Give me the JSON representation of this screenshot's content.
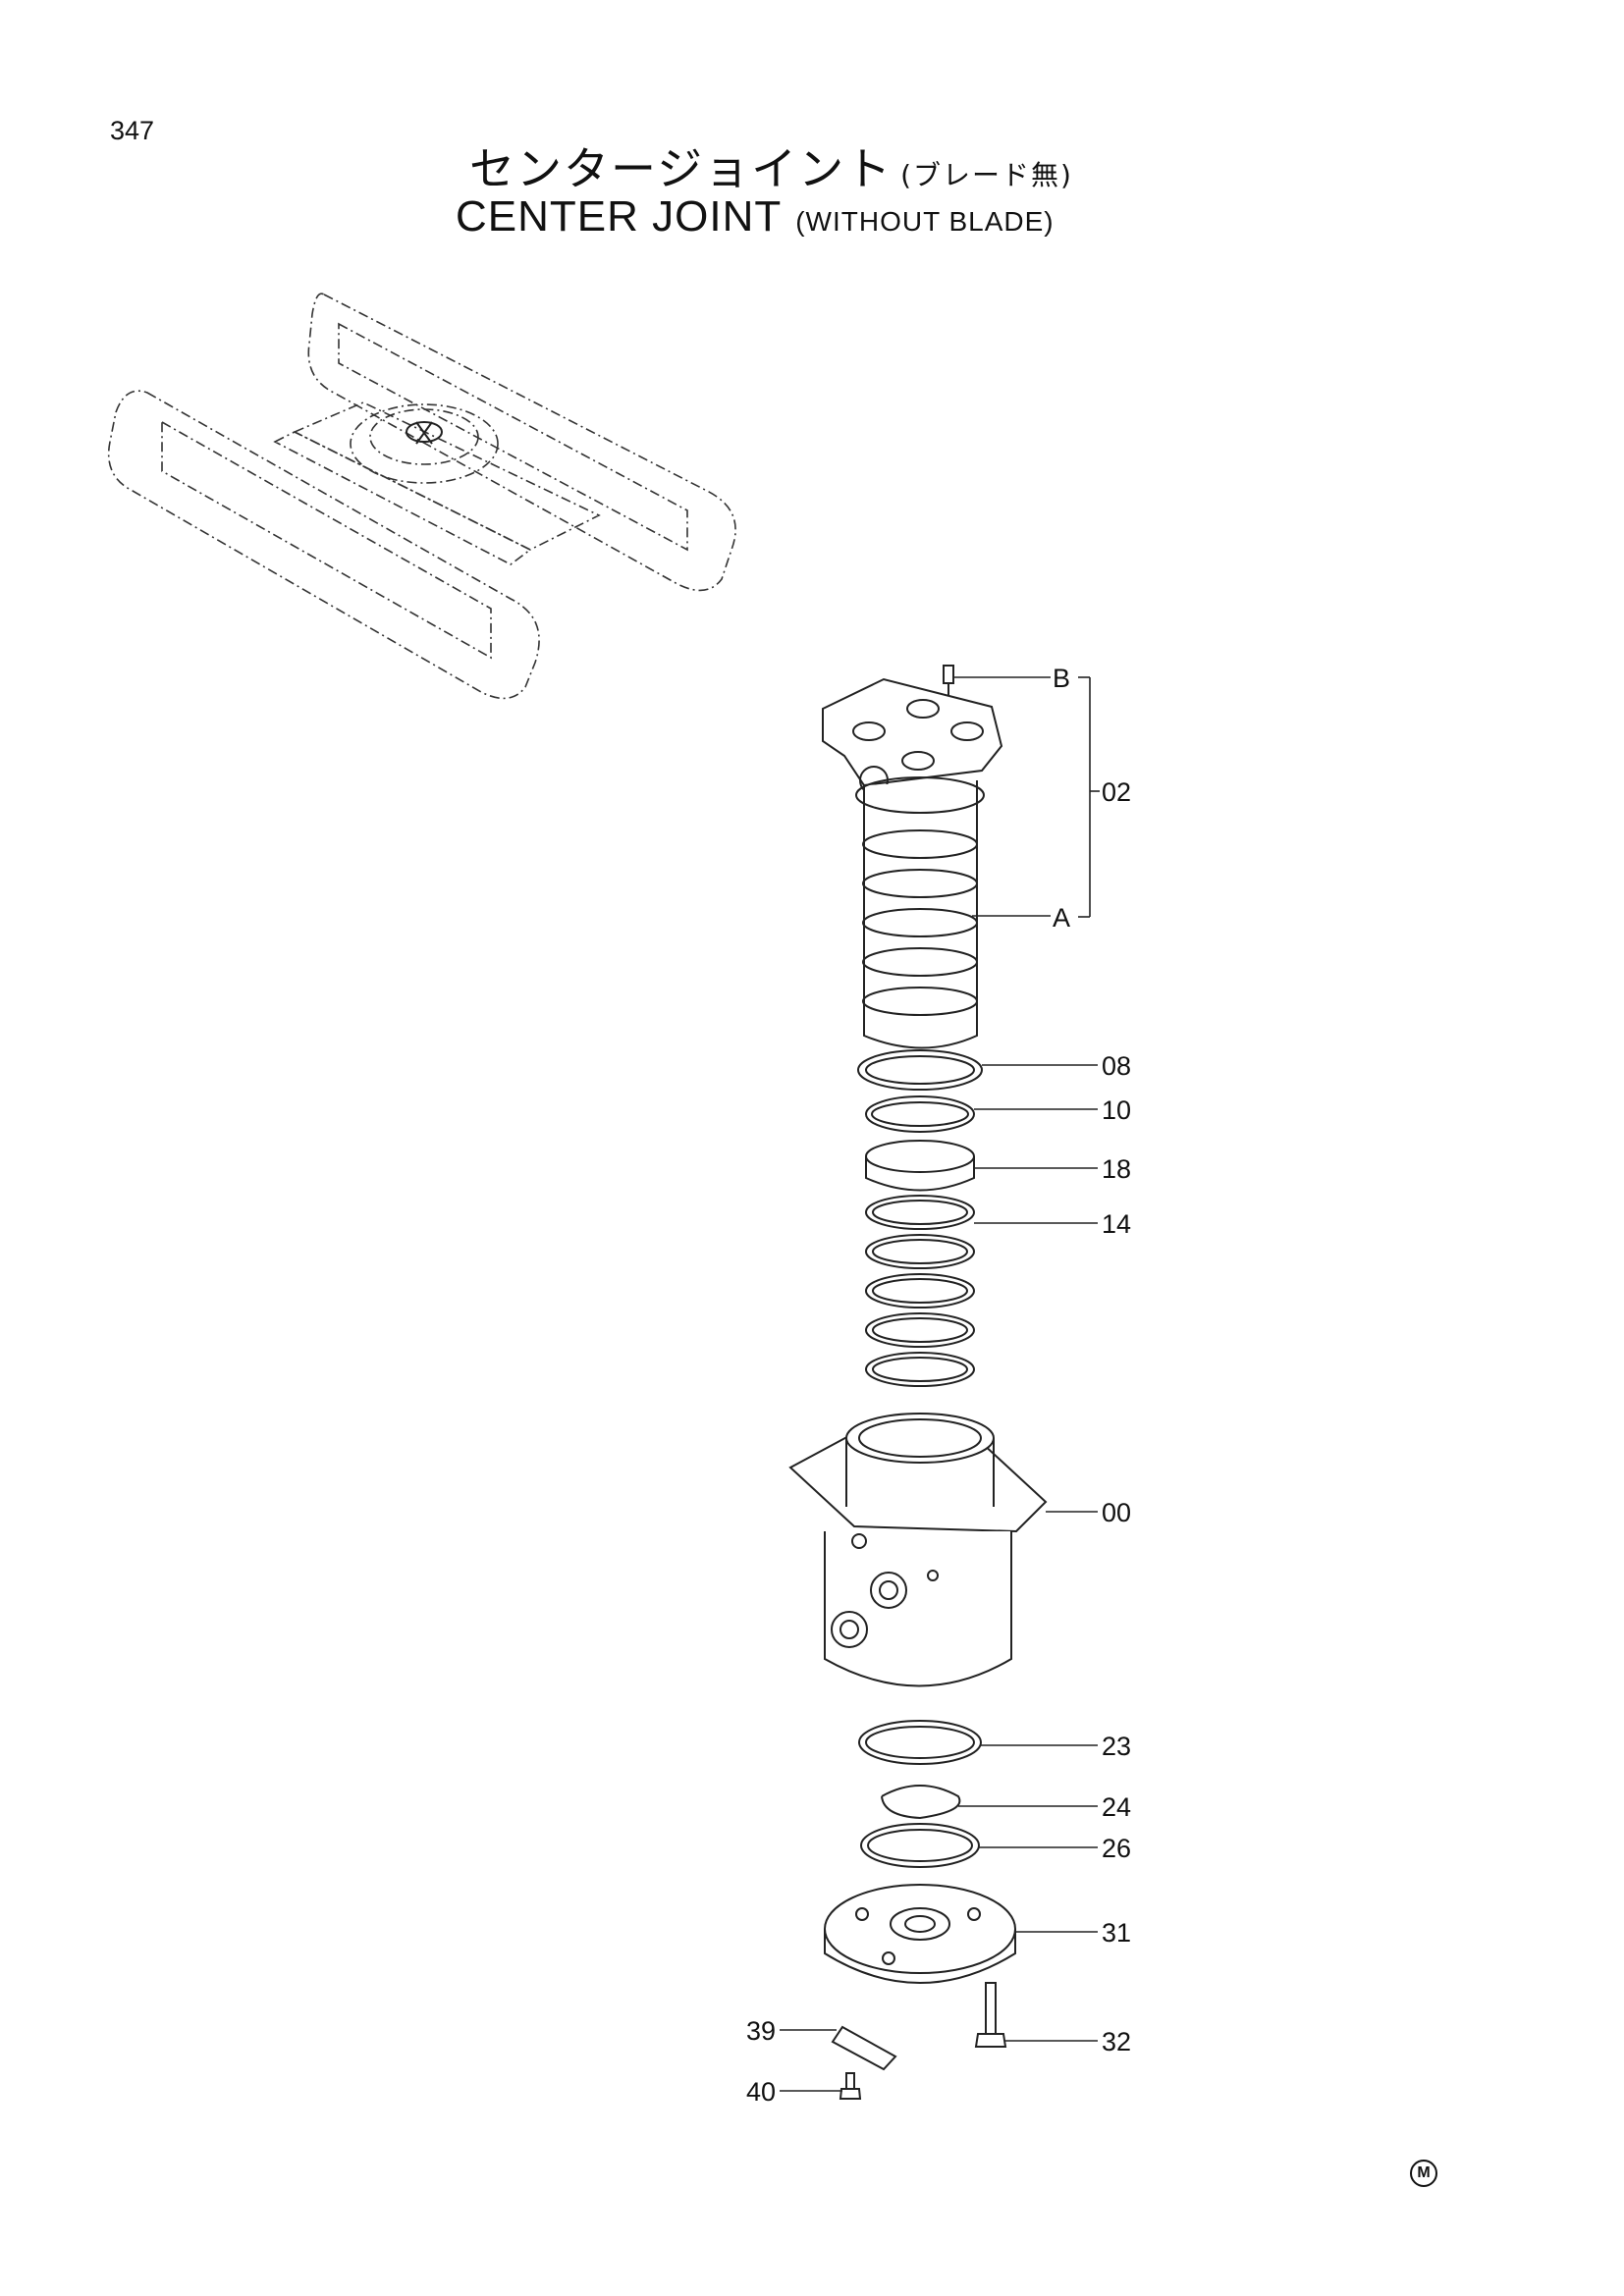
{
  "page": {
    "number": "347"
  },
  "title": {
    "jp_main": "センタージョイント",
    "jp_sub": "(ブレード無)",
    "en_main": "CENTER JOINT",
    "en_sub": "(WITHOUT BLADE)"
  },
  "callouts": {
    "B": "B",
    "A": "A",
    "p02": "02",
    "p08": "08",
    "p10": "10",
    "p18": "18",
    "p14": "14",
    "p00": "00",
    "p23": "23",
    "p24": "24",
    "p26": "26",
    "p31": "31",
    "p32": "32",
    "p39": "39",
    "p40": "40"
  },
  "mark": "M"
}
